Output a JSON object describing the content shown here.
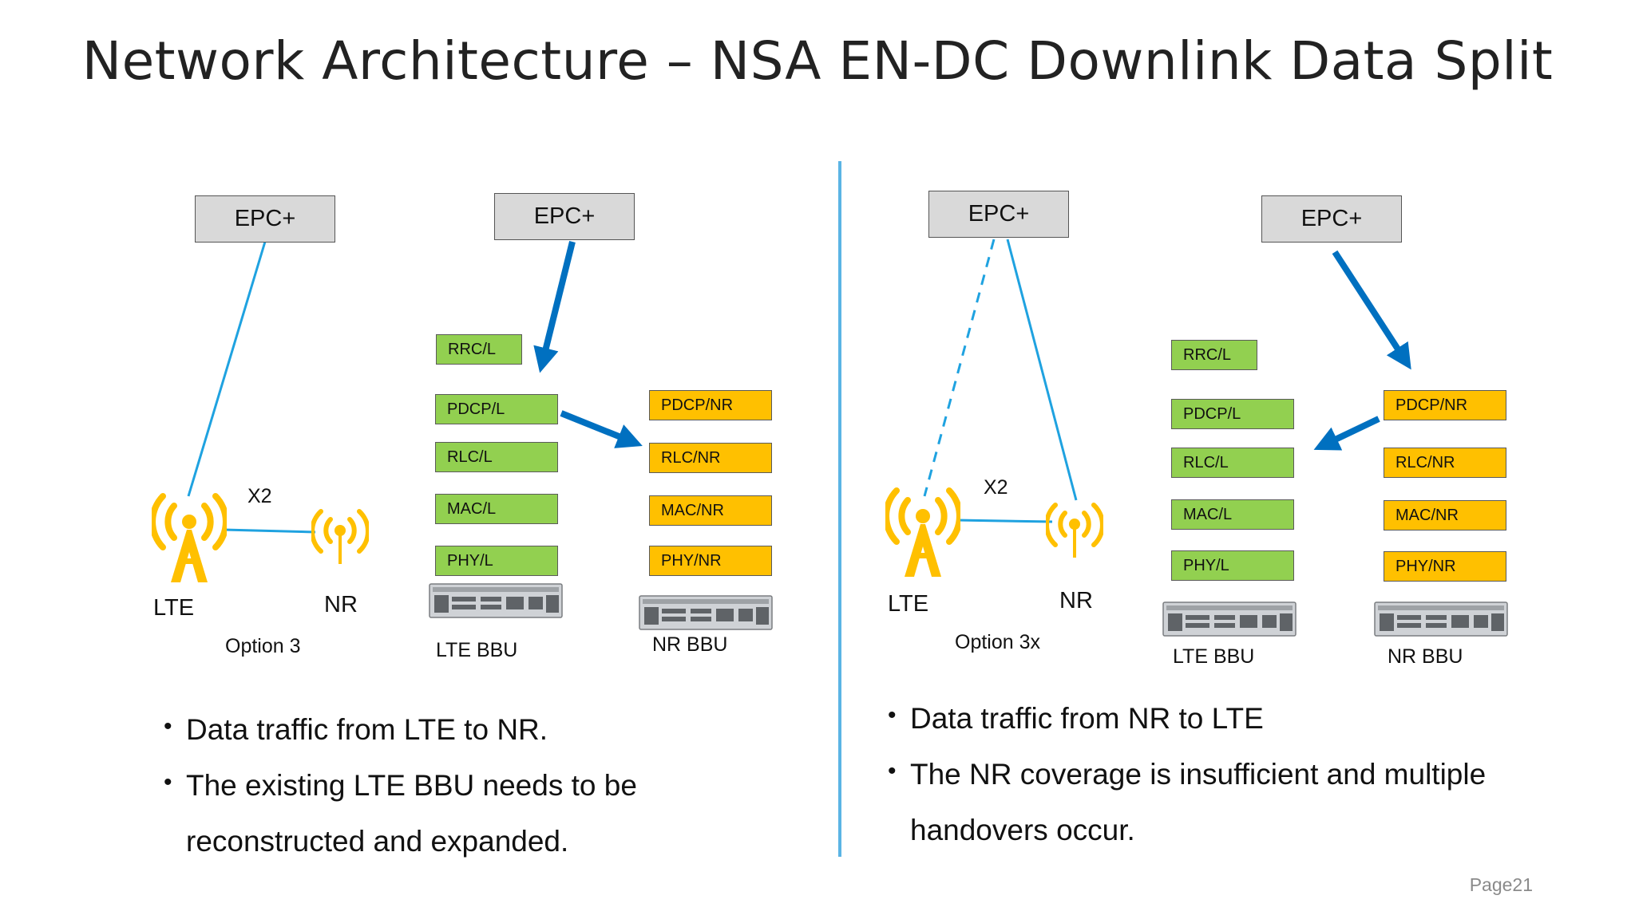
{
  "title": "Network Architecture – NSA EN-DC Downlink Data Split",
  "left": {
    "option3": {
      "epc_label": "EPC+",
      "x2_label": "X2",
      "lte_label": "LTE",
      "nr_label": "NR",
      "caption": "Option 3"
    },
    "bbu": {
      "epc_label": "EPC+",
      "lte_stack": [
        "RRC/L",
        "PDCP/L",
        "RLC/L",
        "MAC/L",
        "PHY/L"
      ],
      "nr_stack": [
        "PDCP/NR",
        "RLC/NR",
        "MAC/NR",
        "PHY/NR"
      ],
      "lte_bbu_label": "LTE BBU",
      "nr_bbu_label": "NR BBU"
    },
    "bullets": [
      "Data traffic from LTE to NR.",
      "The existing LTE BBU needs to be",
      "reconstructed and expanded."
    ]
  },
  "right": {
    "option3x": {
      "epc_label": "EPC+",
      "x2_label": "X2",
      "lte_label": "LTE",
      "nr_label": "NR",
      "caption": "Option 3x"
    },
    "bbu": {
      "epc_label": "EPC+",
      "lte_stack": [
        "RRC/L",
        "PDCP/L",
        "RLC/L",
        "MAC/L",
        "PHY/L"
      ],
      "nr_stack": [
        "PDCP/NR",
        "RLC/NR",
        "MAC/NR",
        "PHY/NR"
      ],
      "lte_bbu_label": "LTE BBU",
      "nr_bbu_label": "NR BBU"
    },
    "bullets": [
      "Data traffic from NR to LTE",
      "The NR coverage is insufficient and multiple",
      "handovers occur."
    ]
  },
  "page_number": "Page21",
  "colors": {
    "lte_layer": "#92d050",
    "nr_layer": "#ffc000",
    "epc": "#d9d9d9",
    "link": "#1fa2e0",
    "arrow": "#0070c0",
    "tower": "#ffc000",
    "divider": "#5bb4e5"
  },
  "icons": [
    "lte-tower-icon",
    "nr-antenna-icon",
    "bbu-chassis-icon"
  ]
}
